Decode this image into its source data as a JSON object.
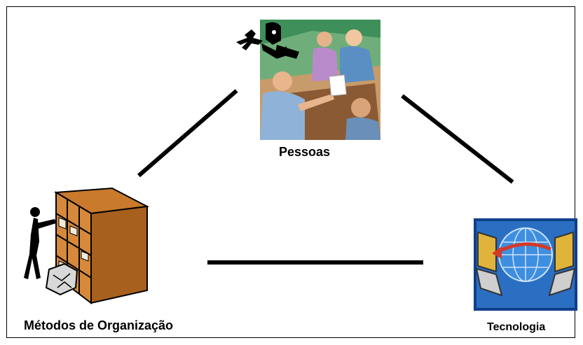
{
  "diagram": {
    "nodes": [
      {
        "id": "pessoas",
        "label": "Pessoas",
        "image": "people-meeting-clipart"
      },
      {
        "id": "metodos",
        "label": "Métodos de Organização",
        "image": "filing-cabinet-clipart"
      },
      {
        "id": "tecnologia",
        "label": "Tecnologia",
        "image": "networked-computers-clipart"
      }
    ],
    "edges": [
      {
        "from": "pessoas",
        "to": "metodos"
      },
      {
        "from": "pessoas",
        "to": "tecnologia"
      },
      {
        "from": "metodos",
        "to": "tecnologia"
      }
    ],
    "colors": {
      "line": "#000000",
      "background": "#ffffff",
      "cabinet": "#b5651d",
      "screen": "#2a6fc2",
      "arrow": "#d23a2a"
    }
  }
}
